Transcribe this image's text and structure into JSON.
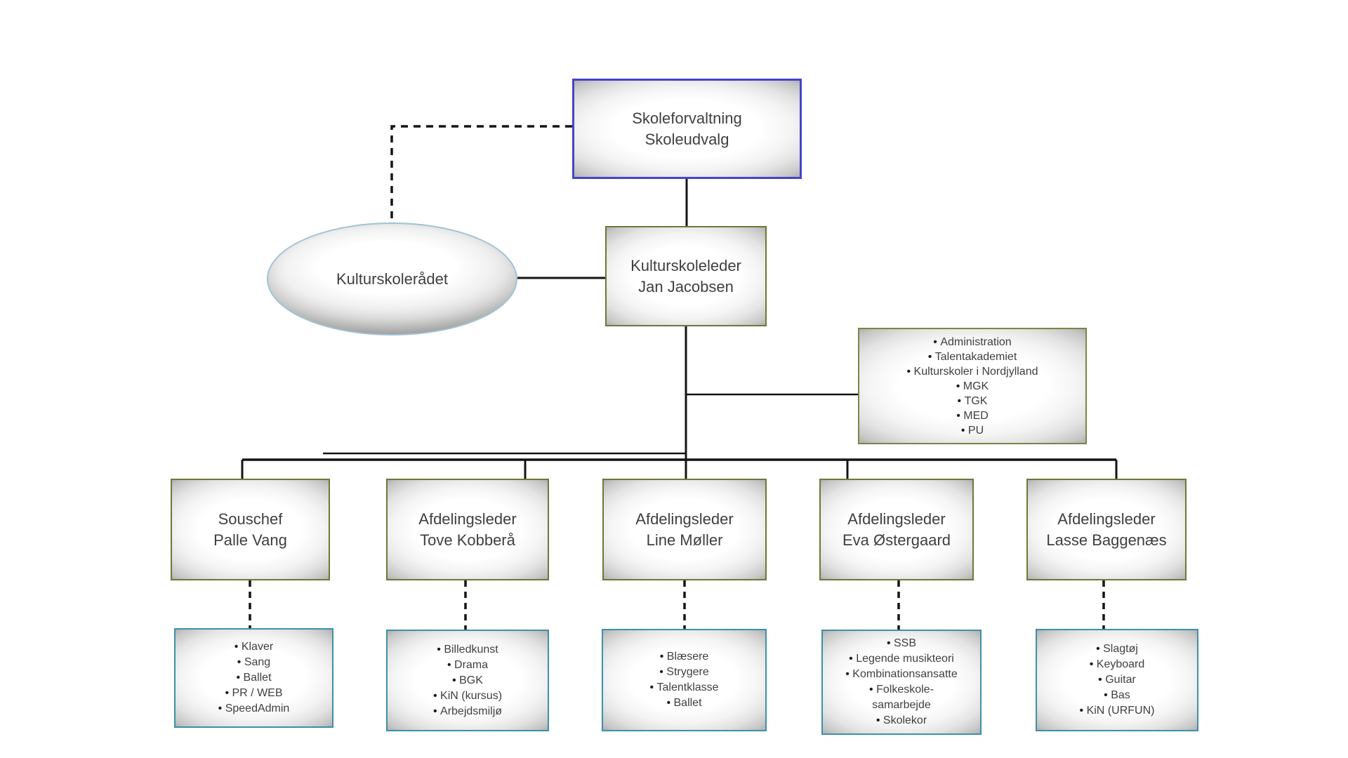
{
  "diagram": {
    "title_node": {
      "line1": "Skoleforvaltning",
      "line2": "Skoleudvalg"
    },
    "council": {
      "label": "Kulturskolerådet"
    },
    "leader": {
      "line1": "Kulturskoleleder",
      "line2": "Jan Jacobsen"
    },
    "leader_units": {
      "items": [
        "Administration",
        "Talentakademiet",
        "Kulturskoler i Nordjylland",
        "MGK",
        "TGK",
        "MED",
        "PU"
      ]
    },
    "managers": [
      {
        "role": "Souschef",
        "name": "Palle Vang",
        "areas": [
          "Klaver",
          "Sang",
          "Ballet",
          "PR / WEB",
          "SpeedAdmin"
        ]
      },
      {
        "role": "Afdelingsleder",
        "name": "Tove Kobberå",
        "areas": [
          "Billedkunst",
          "Drama",
          "BGK",
          "KiN (kursus)",
          "Arbejdsmiljø"
        ]
      },
      {
        "role": "Afdelingsleder",
        "name": "Line Møller",
        "areas": [
          "Blæsere",
          "Strygere",
          "Talentklasse",
          "Ballet"
        ]
      },
      {
        "role": "Afdelingsleder",
        "name": "Eva Østergaard",
        "areas": [
          "SSB",
          "Legende musikteori",
          "Kombinationsansatte",
          "Folkeskole-samarbejde",
          "Skolekor"
        ]
      },
      {
        "role": "Afdelingsleder",
        "name": "Lasse Baggenæs",
        "areas": [
          "Slagtøj",
          "Keyboard",
          "Guitar",
          "Bas",
          "KiN (URFUN)"
        ]
      }
    ],
    "colors": {
      "top_box_border": "#4545c8",
      "manager_box_border": "#6d7836",
      "sublist_box_border": "#3f8fa9",
      "ellipse_border": "#9fc3d5",
      "connector": "#141414",
      "background": "#ffffff"
    }
  }
}
